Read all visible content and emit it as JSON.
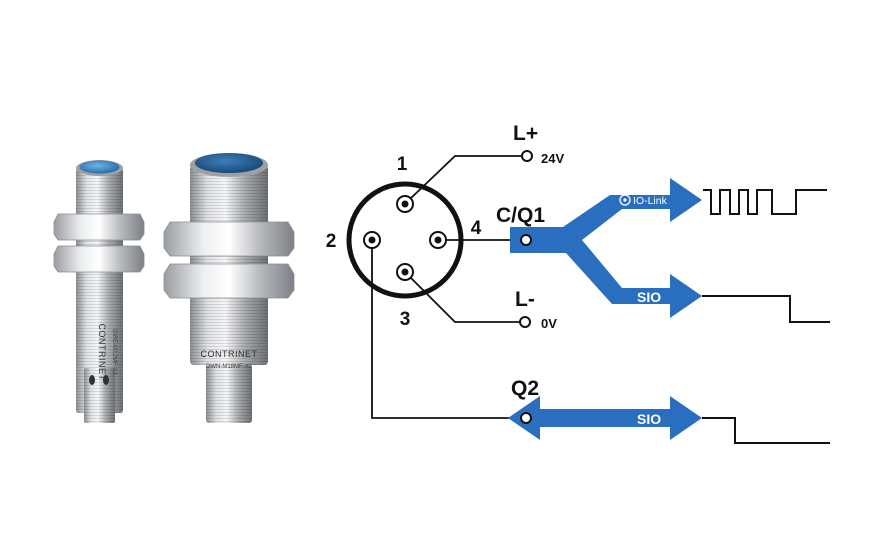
{
  "sensors": {
    "small": {
      "brand": "CONTRINET",
      "model": "DWE-M12MF-X3"
    },
    "large": {
      "brand": "CONTRINET",
      "model": "DWN-M18MF-X3"
    }
  },
  "connector": {
    "pins": [
      "1",
      "2",
      "3",
      "4"
    ]
  },
  "terminals": {
    "lplus": {
      "label": "L+",
      "voltage": "24V"
    },
    "lminus": {
      "label": "L-",
      "voltage": "0V"
    },
    "cq1": {
      "label": "C/Q1"
    },
    "q2": {
      "label": "Q2"
    }
  },
  "outputs": {
    "iolink": {
      "label": "IO-Link"
    },
    "sio1": {
      "label": "SIO"
    },
    "sio2": {
      "label": "SIO"
    }
  },
  "colors": {
    "arrow_blue": "#2a6fbf",
    "line": "#111111",
    "metal": "#b9bcc0"
  }
}
